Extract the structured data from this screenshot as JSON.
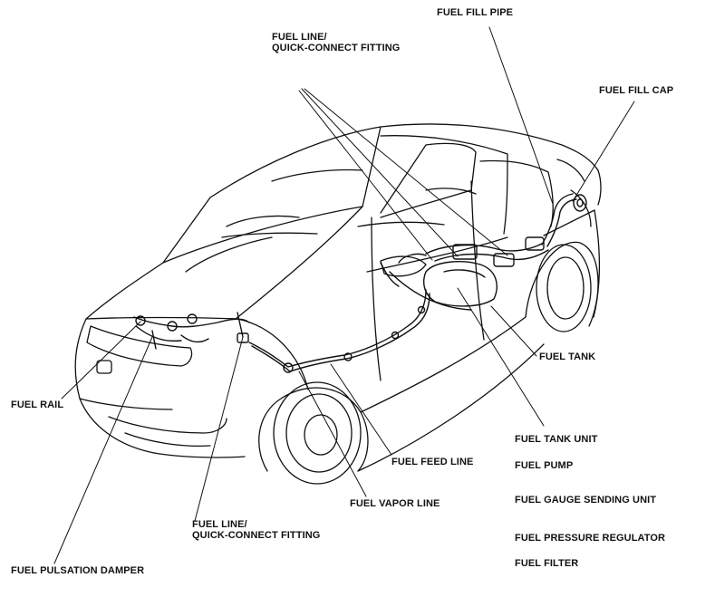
{
  "diagram": {
    "labels": {
      "fuel_fill_pipe": "FUEL FILL PIPE",
      "fuel_line_top_1": "FUEL LINE/",
      "fuel_line_top_2": "QUICK-CONNECT FITTING",
      "fuel_fill_cap": "FUEL FILL CAP",
      "fuel_tank": "FUEL TANK",
      "fuel_rail": "FUEL RAIL",
      "fuel_tank_unit": "FUEL TANK UNIT",
      "fuel_feed_line": "FUEL FEED LINE",
      "fuel_pump": "FUEL PUMP",
      "fuel_vapor_line": "FUEL VAPOR LINE",
      "fuel_gauge_sending_unit": "FUEL GAUGE SENDING UNIT",
      "fuel_line_bottom_1": "FUEL LINE/",
      "fuel_line_bottom_2": "QUICK-CONNECT FITTING",
      "fuel_pressure_regulator": "FUEL PRESSURE REGULATOR",
      "fuel_pulsation_damper": "FUEL PULSATION DAMPER",
      "fuel_filter": "FUEL FILTER"
    },
    "colors": {
      "line": "#111111",
      "background": "#ffffff"
    }
  }
}
